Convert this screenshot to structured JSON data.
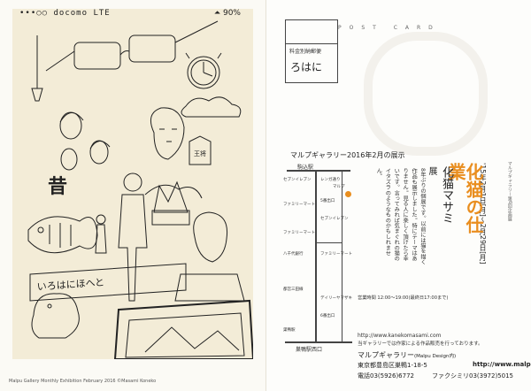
{
  "left": {
    "phone_carrier": "•••○○ docomo  LTE",
    "battery": "⏶ 90%",
    "bottom_caption": "Malpu Gallery  Monthly Exhibition  February 2016  ©Masami Koneko",
    "kanji_old": "昔",
    "signboard_text": "いろはにほへと",
    "shogi_piece": "王将"
  },
  "right": {
    "post_card_label": "POST CARD",
    "stamp_label": "料金別納郵便",
    "stamp_kana": "ろはに",
    "gallery_exhibit_line": "マルプギャラリー2016年2月の展示",
    "title": "化猫の仕業",
    "artist": "化猫マサミ",
    "artist_suffix": "展",
    "dates_small": "マルプギャラリー第6回企画展",
    "dates": "'15年2月1日[月]～2月29日[月]",
    "intro_text": "8年ぶりの個展です。以前には猫を描く作品も展示しました。特にテーマはありません。見る人に楽しく頂けたら幸いです。言ってみれば気まぐれの猫のイタズラのようなものかもしれません。",
    "map_station_top": "駒込駅",
    "map_station_bottom": "巣鴨駅西口",
    "map_labels": [
      "セブンイレブン",
      "レンガ通り",
      "ファミリーマート",
      "ファミリーマート",
      "八千代銀行",
      "セブンイレブン",
      "ファミリーマート",
      "デイリーヤマザキ",
      "マルプ",
      "5番出口",
      "6番出口",
      "都営三田線",
      "巣鴨駅"
    ],
    "hours": "営業時間 12:00～19:00(最終日17:00まで)",
    "url": "http://www.kanekomasami.com",
    "gallery_name": "マルプギャラリー",
    "gallery_sub": "(Malpu Design内)",
    "address": "東京都豊島区巣鴨1-18-5",
    "phone": "電話03(5926)6772",
    "fax": "ファクシミリ03(3972)5015",
    "website": "http://www.malpu.com",
    "notice": "当ギャラリーでは作家による作品販売を行っております。"
  },
  "colors": {
    "accent": "#e98e1f",
    "ink": "#222222",
    "paper": "#f3ecd7"
  }
}
